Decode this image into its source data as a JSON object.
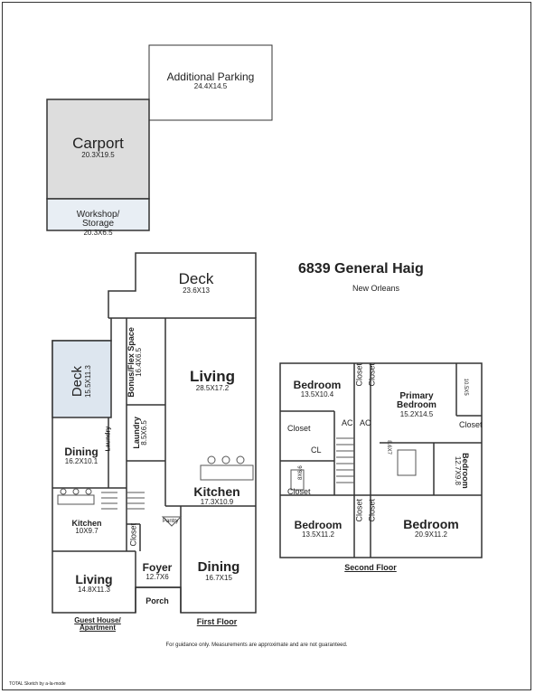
{
  "header": {
    "title": "6839 General Haig",
    "subtitle": "New Orleans"
  },
  "outbuildings": {
    "parking": {
      "name": "Additional Parking",
      "dim": "24.4X14.5"
    },
    "carport": {
      "name": "Carport",
      "dim": "20.3X19.5"
    },
    "workshop": {
      "name": "Workshop/\nStorage",
      "dim": "20.3X6.5"
    }
  },
  "first_floor": {
    "caption": "First Floor",
    "deck": {
      "name": "Deck",
      "dim": "23.6X13"
    },
    "bonus": {
      "name": "Bonus/Flex Space",
      "dim": "16.4X6.5"
    },
    "living": {
      "name": "Living",
      "dim": "28.5X17.2"
    },
    "laundry": {
      "name": "Laundry",
      "dim": "8.5X6.5"
    },
    "kitchen": {
      "name": "Kitchen",
      "dim": "17.3X10.9"
    },
    "pantry": "Pantry",
    "closet": "Closet",
    "foyer": {
      "name": "Foyer",
      "dim": "12.7X6"
    },
    "porch": "Porch",
    "dining": {
      "name": "Dining",
      "dim": "16.7X15"
    }
  },
  "guest_house": {
    "caption": "Guest House/\nApartment",
    "deck": {
      "name": "Deck",
      "dim": "15.5X11.3"
    },
    "laundry": "Laundry",
    "dining": {
      "name": "Dining",
      "dim": "16.2X10.1"
    },
    "kitchen": {
      "name": "Kitchen",
      "dim": "10X9.7"
    },
    "closet": "Closet",
    "living": {
      "name": "Living",
      "dim": "14.8X11.3"
    }
  },
  "second_floor": {
    "caption": "Second Floor",
    "bedroom_nw": {
      "name": "Bedroom",
      "dim": "13.5X10.4"
    },
    "primary": {
      "name": "Primary\nBedroom",
      "dim": "15.2X14.5"
    },
    "bedroom_e": {
      "name": "Bedroom",
      "dim": "12.7X9.8"
    },
    "bedroom_sw": {
      "name": "Bedroom",
      "dim": "13.5X11.2"
    },
    "bedroom_se": {
      "name": "Bedroom",
      "dim": "20.9X11.2"
    },
    "closet": "Closet",
    "cl": "CL",
    "ac": "AC",
    "small_dims": [
      "10.5X5",
      "8X6.6",
      "8.6X7"
    ]
  },
  "footer": {
    "disclaimer": "For guidance only. Measurements are approximate and are not guaranteed.",
    "note": "TOTAL Sketch by a-la-mode"
  }
}
